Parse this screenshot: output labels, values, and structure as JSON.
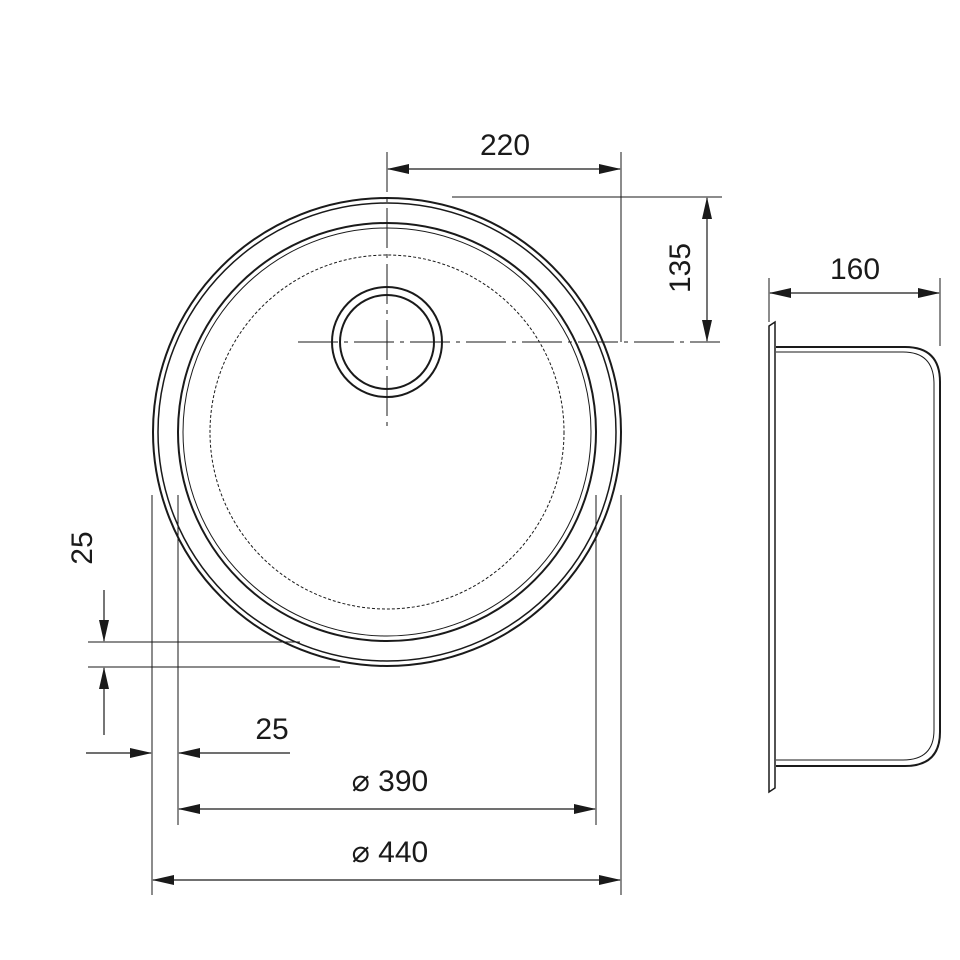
{
  "drawing": {
    "view": "sink plan and side view",
    "line_color": "#1a1a1a",
    "background": "#ffffff",
    "dimensions": {
      "drain_x": "220",
      "drain_y": "135",
      "depth": "160",
      "rim_vertical": "25",
      "rim_horizontal": "25",
      "inner_diameter": "⌀ 390",
      "outer_diameter": "⌀ 440"
    }
  }
}
